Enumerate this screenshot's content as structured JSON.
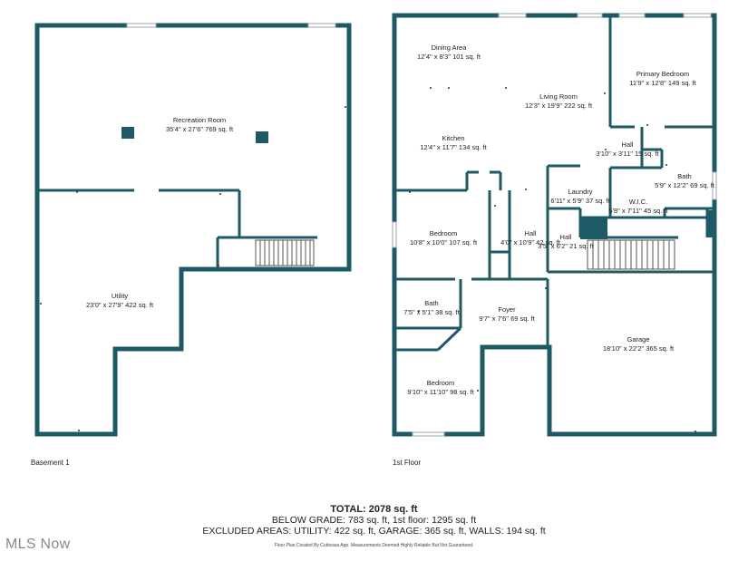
{
  "floors": {
    "basement": {
      "label": "Basement 1",
      "rooms": [
        {
          "name": "Recreation Room",
          "dims": "35'4\" x 27'6\" 769 sq. ft"
        },
        {
          "name": "Utility",
          "dims": "23'0\" x 27'9\" 422 sq. ft"
        }
      ]
    },
    "first": {
      "label": "1st Floor",
      "rooms": [
        {
          "name": "Dining Area",
          "dims": "12'4\" x 8'3\" 101 sq. ft"
        },
        {
          "name": "Primary Bedroom",
          "dims": "11'9\" x 12'8\" 149 sq. ft"
        },
        {
          "name": "Living Room",
          "dims": "12'3\" x 19'9\" 222 sq. ft"
        },
        {
          "name": "Kitchen",
          "dims": "12'4\" x 11'7\" 134 sq. ft"
        },
        {
          "name": "Hall",
          "dims": "3'10\" x 3'11\" 15 sq. ft"
        },
        {
          "name": "Bath",
          "dims": "5'9\" x 12'2\" 69 sq. ft"
        },
        {
          "name": "Laundry",
          "dims": "6'11\" x 5'9\" 37 sq. ft"
        },
        {
          "name": "W.I.C.",
          "dims": "5'8\" x 7'11\" 45 sq. ft"
        },
        {
          "name": "Bedroom",
          "dims": "10'8\" x 10'0\" 107 sq. ft"
        },
        {
          "name": "Hall",
          "dims": "4'0\" x 10'9\" 42 sq. ft"
        },
        {
          "name": "Hall",
          "dims": "3'5\" x 6'2\" 21 sq. ft"
        },
        {
          "name": "Bath",
          "dims": "7'5\" x 5'1\" 38 sq. ft"
        },
        {
          "name": "Foyer",
          "dims": "9'7\" x 7'6\" 69 sq. ft"
        },
        {
          "name": "Garage",
          "dims": "18'10\" x 22'2\" 365 sq. ft"
        },
        {
          "name": "Bedroom",
          "dims": "9'10\" x 11'10\" 98 sq. ft"
        }
      ]
    }
  },
  "summary": {
    "total": "TOTAL: 2078 sq. ft",
    "below_grade": "BELOW GRADE: 783 sq. ft, 1st floor: 1295 sq. ft",
    "excluded": "EXCLUDED AREAS: UTILITY: 422 sq. ft, GARAGE: 365 sq. ft, WALLS: 194 sq. ft",
    "credit": "Floor Plan Created By Cubicasa App. Measurements Deemed Highly Reliable But Not Guaranteed."
  },
  "brand": "MLS Now",
  "colors": {
    "wall": "#1e5a66",
    "background": "#ffffff"
  }
}
